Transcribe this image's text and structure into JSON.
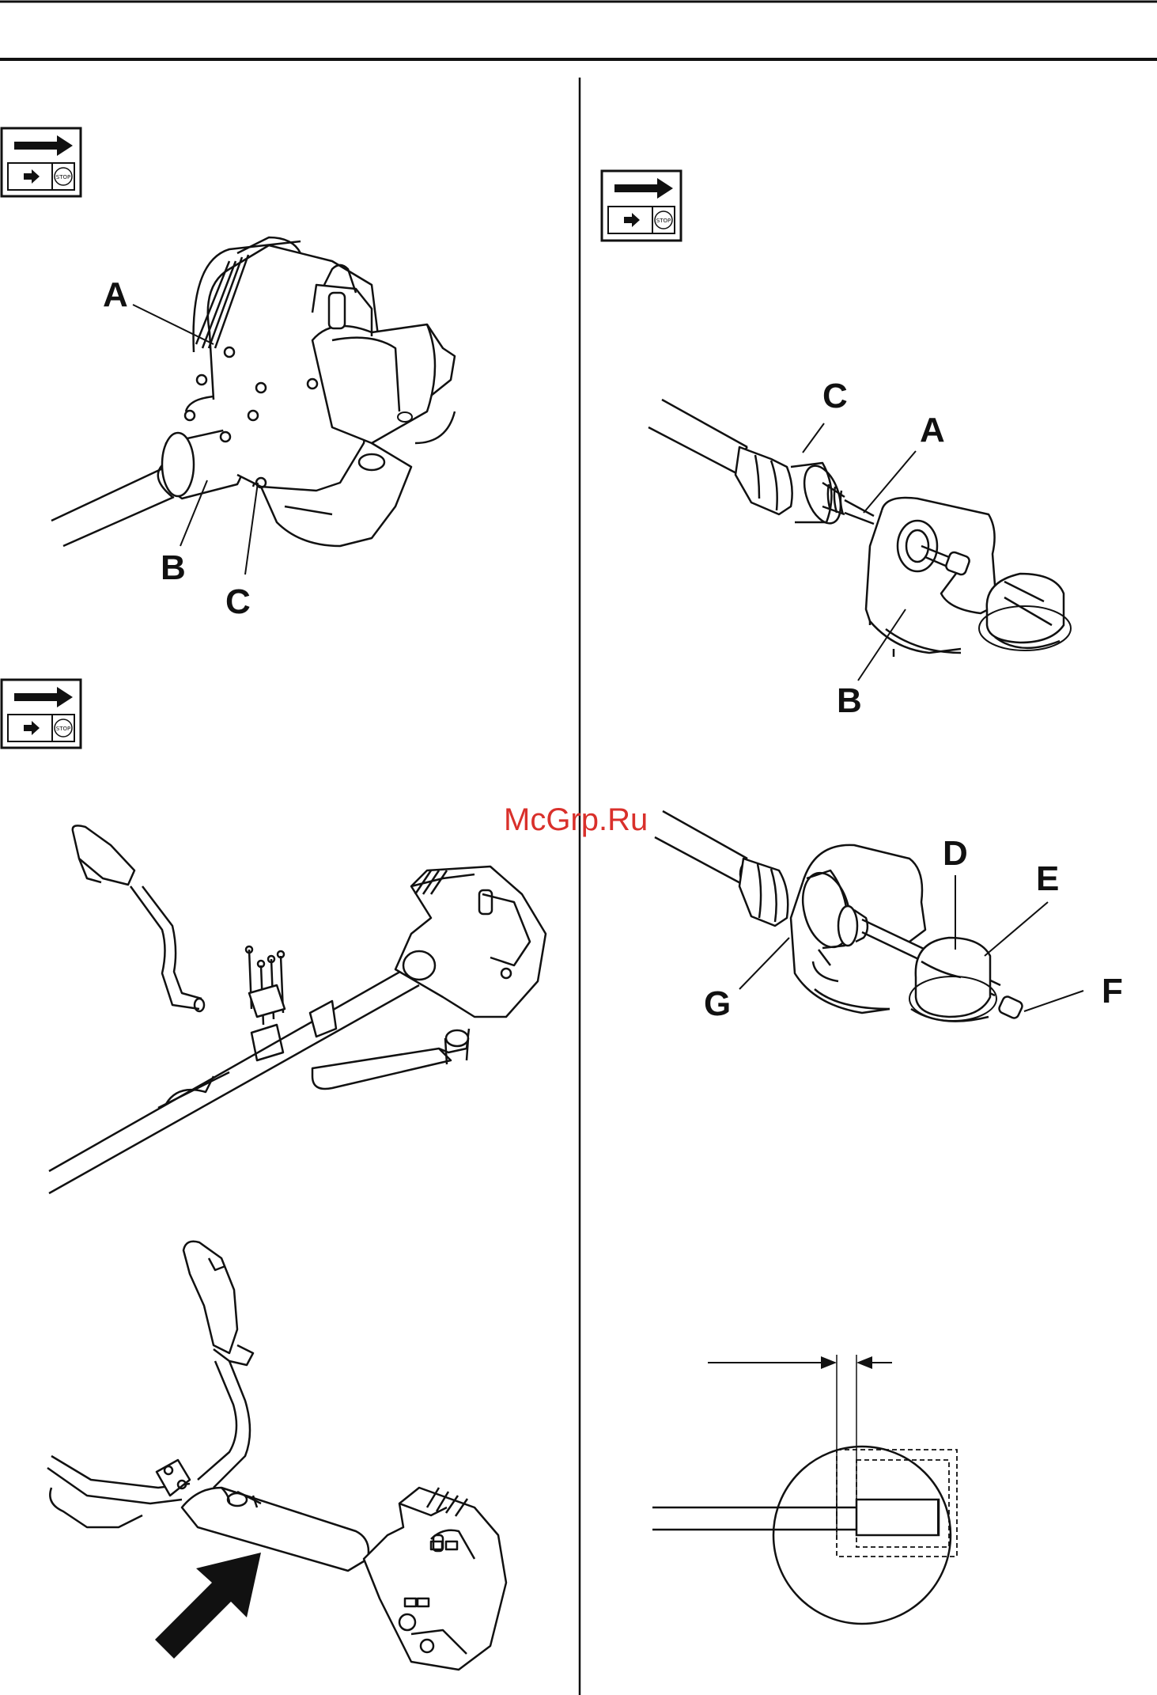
{
  "labels": {
    "fig1": {
      "a": "A",
      "b": "B",
      "c": "C"
    },
    "fig3": {
      "c": "C",
      "a": "A",
      "b": "B"
    },
    "fig4": {
      "d": "D",
      "e": "E",
      "f": "F",
      "g": "G"
    }
  },
  "icon_stop_text": "STOP",
  "watermark": "McGrp.Ru",
  "colors": {
    "ink": "#111111",
    "watermark": "#d9302b"
  }
}
